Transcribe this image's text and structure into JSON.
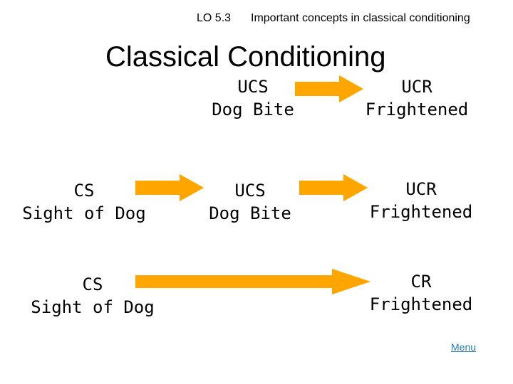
{
  "header": {
    "lo": "LO 5.3",
    "description": "Important concepts in classical conditioning"
  },
  "title": "Classical Conditioning",
  "rows": [
    {
      "stimulus": null,
      "unconditioned": {
        "abbr": "UCS",
        "label": "Dog Bite"
      },
      "response": {
        "abbr": "UCR",
        "label": "Frightened"
      }
    },
    {
      "stimulus": {
        "abbr": "CS",
        "label": "Sight of Dog"
      },
      "unconditioned": {
        "abbr": "UCS",
        "label": "Dog Bite"
      },
      "response": {
        "abbr": "UCR",
        "label": "Frightened"
      }
    },
    {
      "stimulus": {
        "abbr": "CS",
        "label": "Sight of Dog"
      },
      "unconditioned": null,
      "response": {
        "abbr": "CR",
        "label": "Frightened"
      }
    }
  ],
  "menu_label": "Menu",
  "colors": {
    "arrow": "#ffa500",
    "link": "#2a7fb0"
  }
}
